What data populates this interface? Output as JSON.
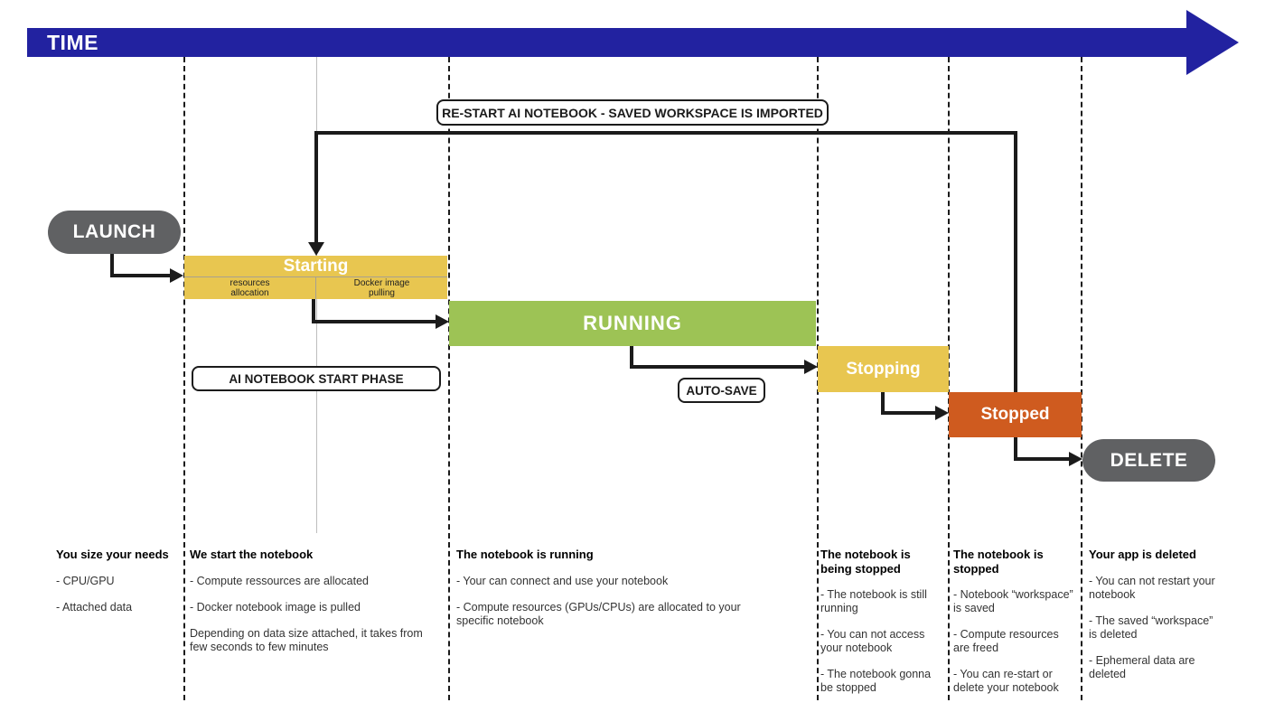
{
  "timeline": {
    "label": "TIME"
  },
  "labels": {
    "restart": "RE-START AI NOTEBOOK - SAVED WORKSPACE IS IMPORTED",
    "start_phase": "AI NOTEBOOK START PHASE",
    "autosave": "AUTO-SAVE"
  },
  "nodes": {
    "launch": "LAUNCH",
    "starting": "Starting",
    "starting_sub_left": "resources\nallocation",
    "starting_sub_right": "Docker image\npulling",
    "running": "RUNNING",
    "stopping": "Stopping",
    "stopped": "Stopped",
    "delete": "DELETE"
  },
  "colors": {
    "timeline_blue": "#2222A0",
    "pill_gray": "#606163",
    "phase_yellow": "#E8C650",
    "phase_green": "#9DC355",
    "phase_orange": "#CF5B1F"
  },
  "columns": [
    {
      "title": "You size your needs",
      "items": [
        "- CPU/GPU",
        "- Attached data"
      ]
    },
    {
      "title": "We start the notebook",
      "items": [
        "- Compute ressources are allocated",
        "- Docker notebook image is pulled",
        "Depending on data size attached, it takes from few seconds to few minutes"
      ]
    },
    {
      "title": "The notebook is running",
      "items": [
        "- Your can connect and use your notebook",
        "- Compute resources (GPUs/CPUs) are allocated to your specific notebook"
      ]
    },
    {
      "title": "The notebook is being stopped",
      "items": [
        "- The notebook is still running",
        "- You can not access your notebook",
        "- The notebook gonna be stopped"
      ]
    },
    {
      "title": "The notebook is stopped",
      "items": [
        "- Notebook “workspace” is saved",
        "- Compute resources are freed",
        "- You can re-start or delete your notebook"
      ]
    },
    {
      "title": "Your app is deleted",
      "items": [
        "- You can not restart your notebook",
        "- The saved “workspace” is deleted",
        "- Ephemeral data are deleted"
      ]
    }
  ]
}
